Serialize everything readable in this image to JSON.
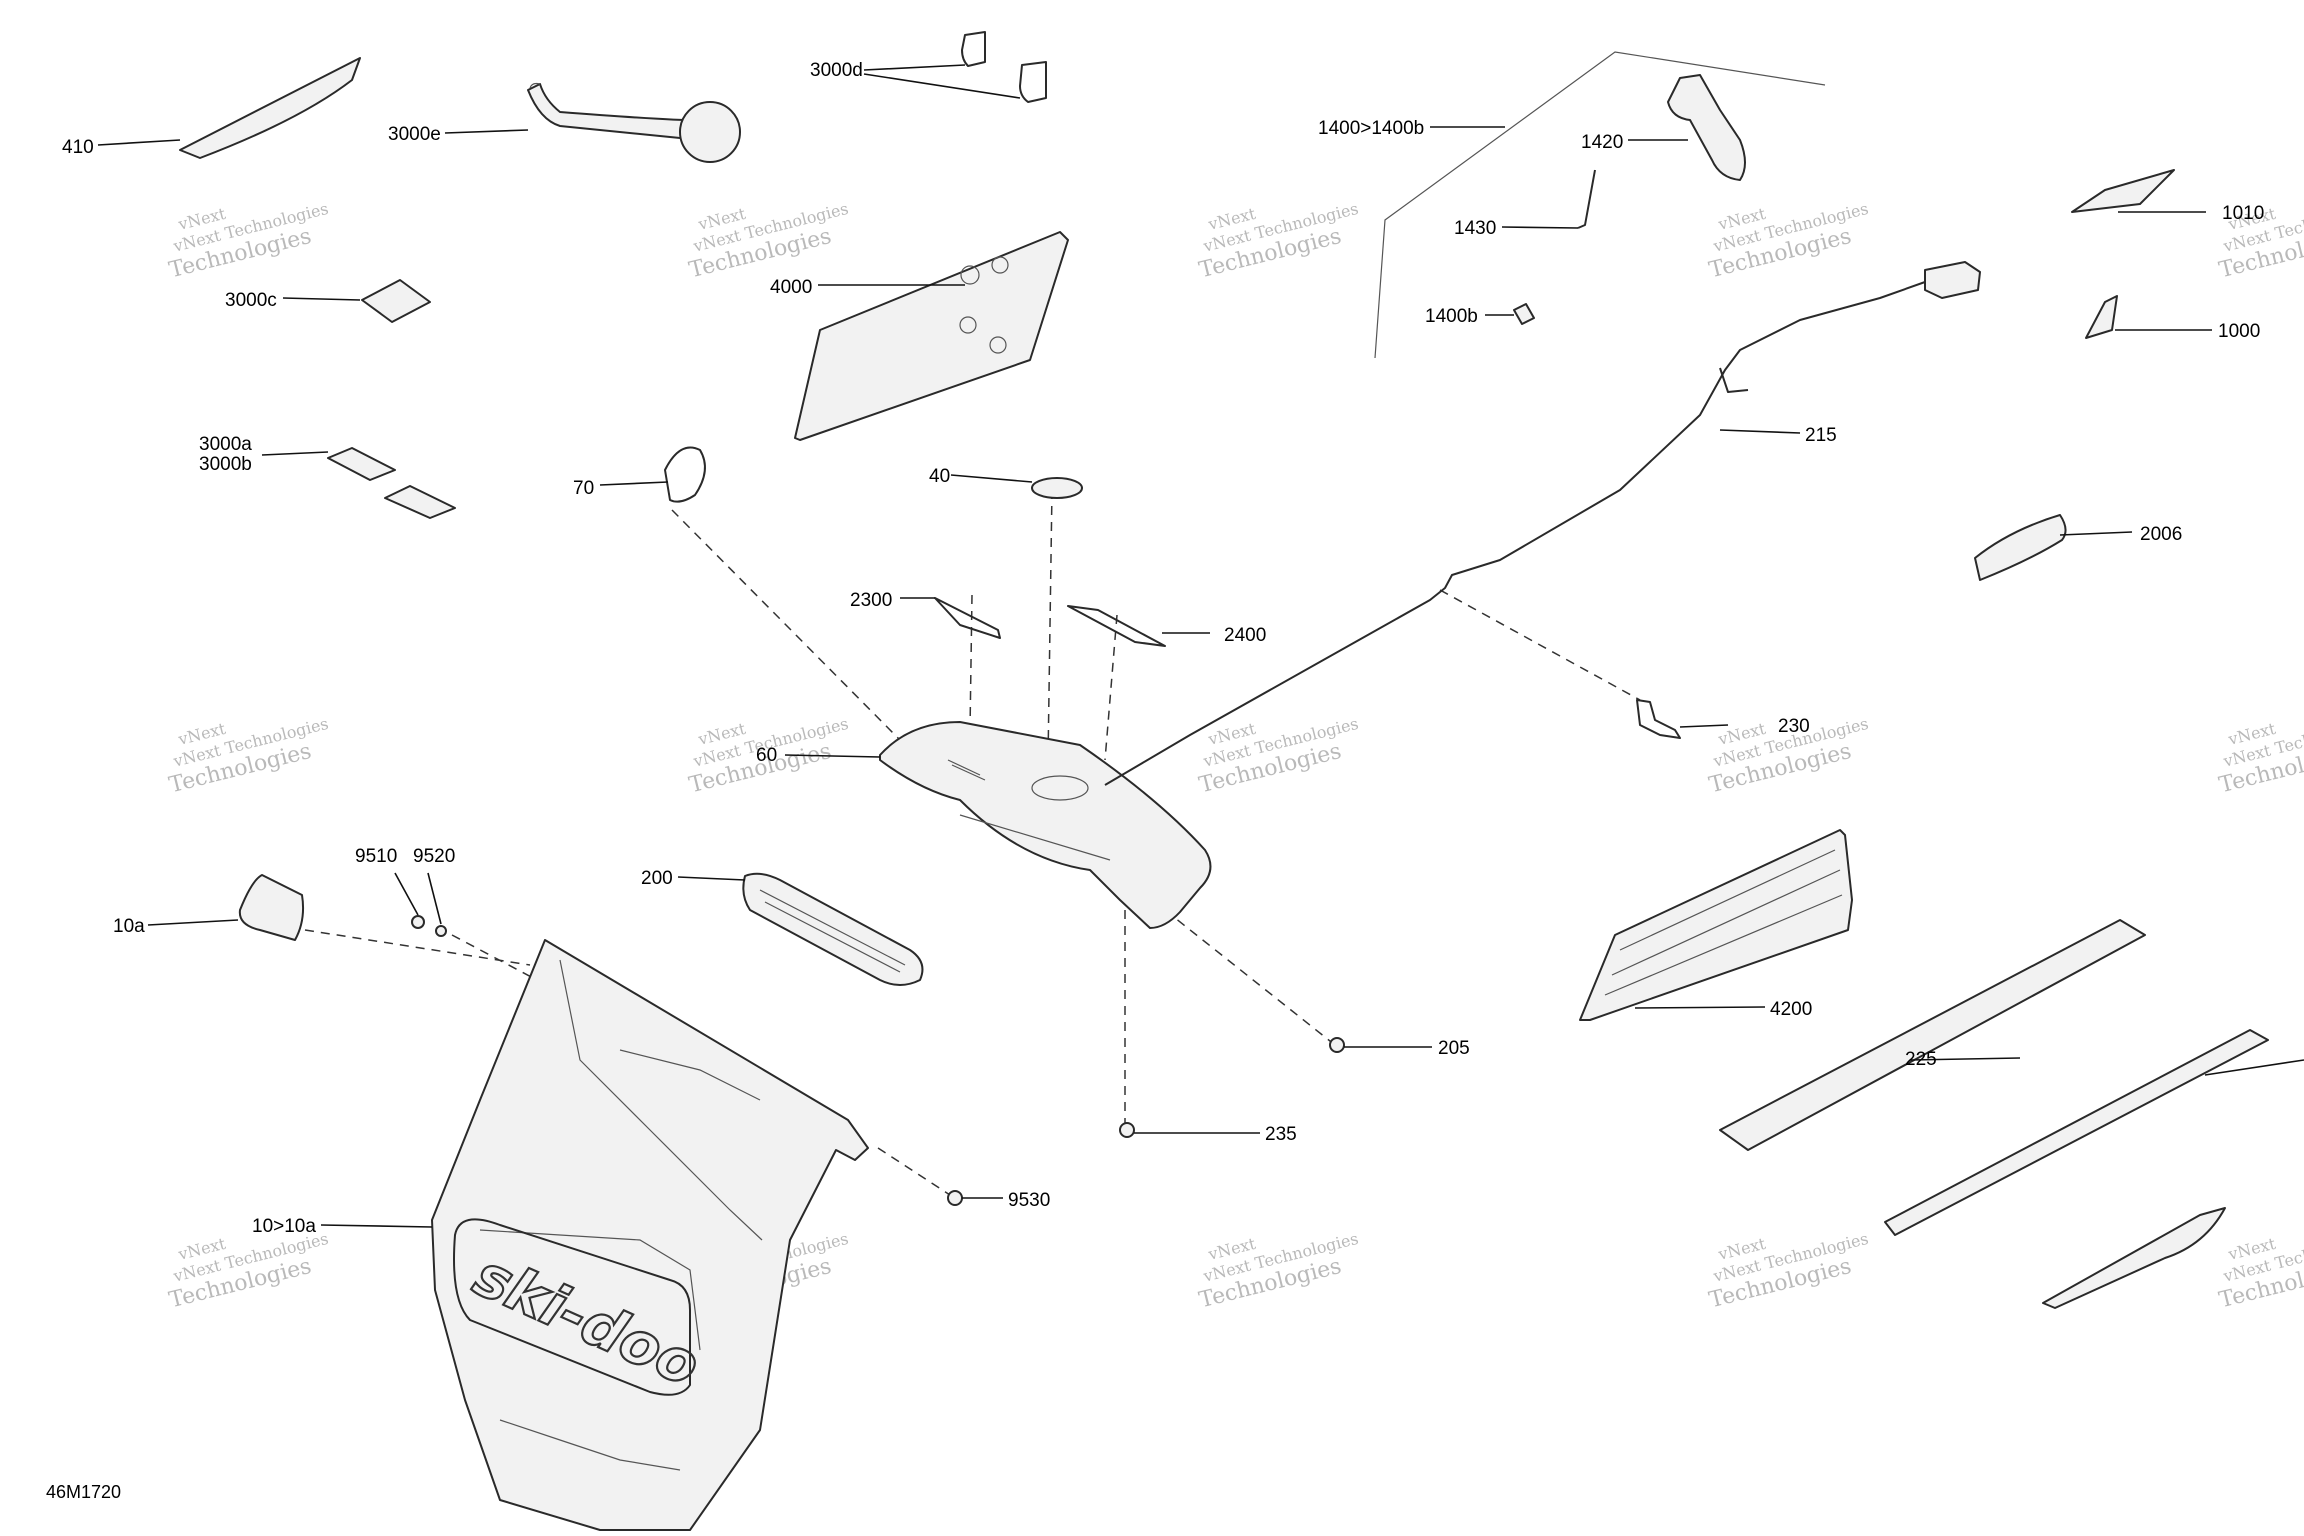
{
  "figure_id": "46M1720",
  "brand_text": "ski-doo",
  "watermark": {
    "line1": "vNext Technologies",
    "line2": "vNext",
    "line3": "Technologies"
  },
  "callouts": {
    "c410": "410",
    "c3000e": "3000e",
    "c3000d": "3000d",
    "c3000c": "3000c",
    "c3000a": "3000a",
    "c3000b": "3000b",
    "c4000": "4000",
    "c70": "70",
    "c40": "40",
    "c2300": "2300",
    "c2400": "2400",
    "c60": "60",
    "c200": "200",
    "c9510": "9510",
    "c9520": "9520",
    "c10a": "10a",
    "c10to10a": "10>10a",
    "c9530": "9530",
    "c235": "235",
    "c205": "205",
    "c1400to1400b": "1400>1400b",
    "c1420": "1420",
    "c1430": "1430",
    "c1400b": "1400b",
    "c1010": "1010",
    "c1000": "1000",
    "c215": "215",
    "c2006": "2006",
    "c230": "230",
    "c4200": "4200",
    "c225": "225"
  }
}
